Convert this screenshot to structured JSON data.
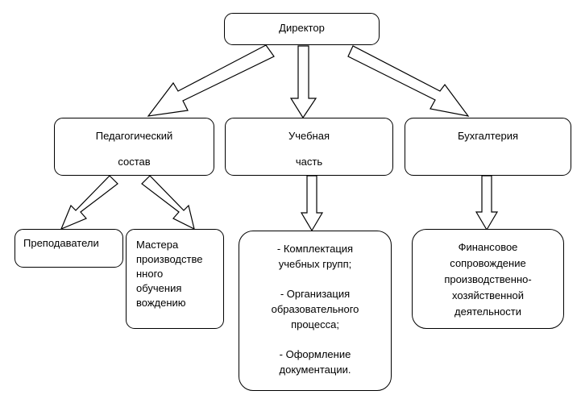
{
  "director": {
    "label": "Директор"
  },
  "pedagogical": {
    "line1": "Педагогический",
    "line2": "состав"
  },
  "educational": {
    "line1": "Учебная",
    "line2": "часть"
  },
  "accounting": {
    "label": "Бухгалтерия"
  },
  "teachers": {
    "label": "Преподаватели"
  },
  "masters": {
    "lines": [
      "Мастера",
      "производстве",
      "нного",
      "обучения",
      "вождению"
    ]
  },
  "educational_tasks": {
    "item1": [
      "- Комплектация",
      "учебных групп;"
    ],
    "item2": [
      "- Организация",
      "образовательного",
      "процесса;"
    ],
    "item3": [
      "- Оформление",
      "документации."
    ]
  },
  "finance": {
    "lines": [
      "Финансовое",
      "сопровождение",
      "производственно-",
      "хозяйственной",
      "деятельности"
    ]
  }
}
